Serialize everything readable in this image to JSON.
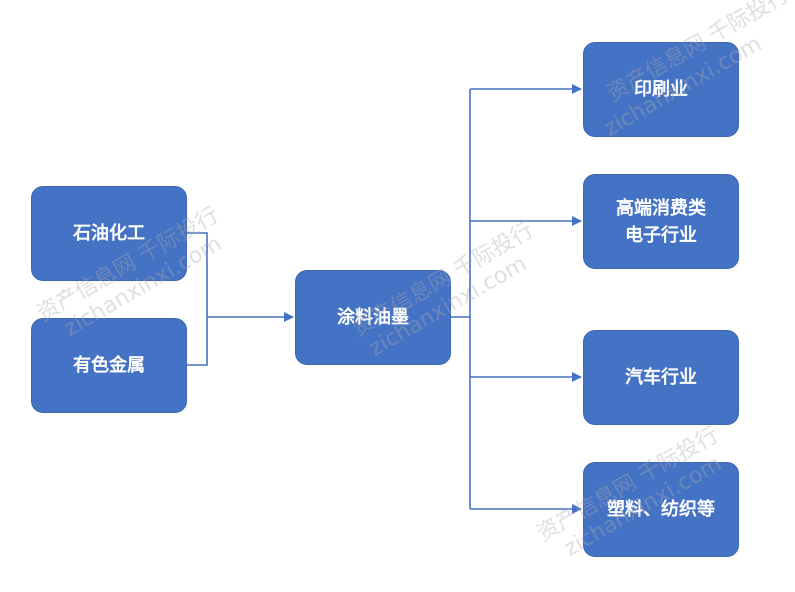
{
  "inputs": [
    {
      "label": "石油化工"
    },
    {
      "label": "有色金属"
    }
  ],
  "center": {
    "label": "涂料油墨"
  },
  "outputs": [
    {
      "lines": [
        "印刷业"
      ]
    },
    {
      "lines": [
        "高端消费类",
        "电子行业"
      ]
    },
    {
      "lines": [
        "汽车行业"
      ]
    },
    {
      "lines": [
        "塑料、纺织等"
      ]
    }
  ],
  "colors": {
    "node_fill": "#4472c4",
    "connector": "#4472c4",
    "text": "#ffffff"
  },
  "watermarks": [
    {
      "text": "资产信息网 千际投行"
    },
    {
      "text": "zichanxinxi.com"
    }
  ]
}
